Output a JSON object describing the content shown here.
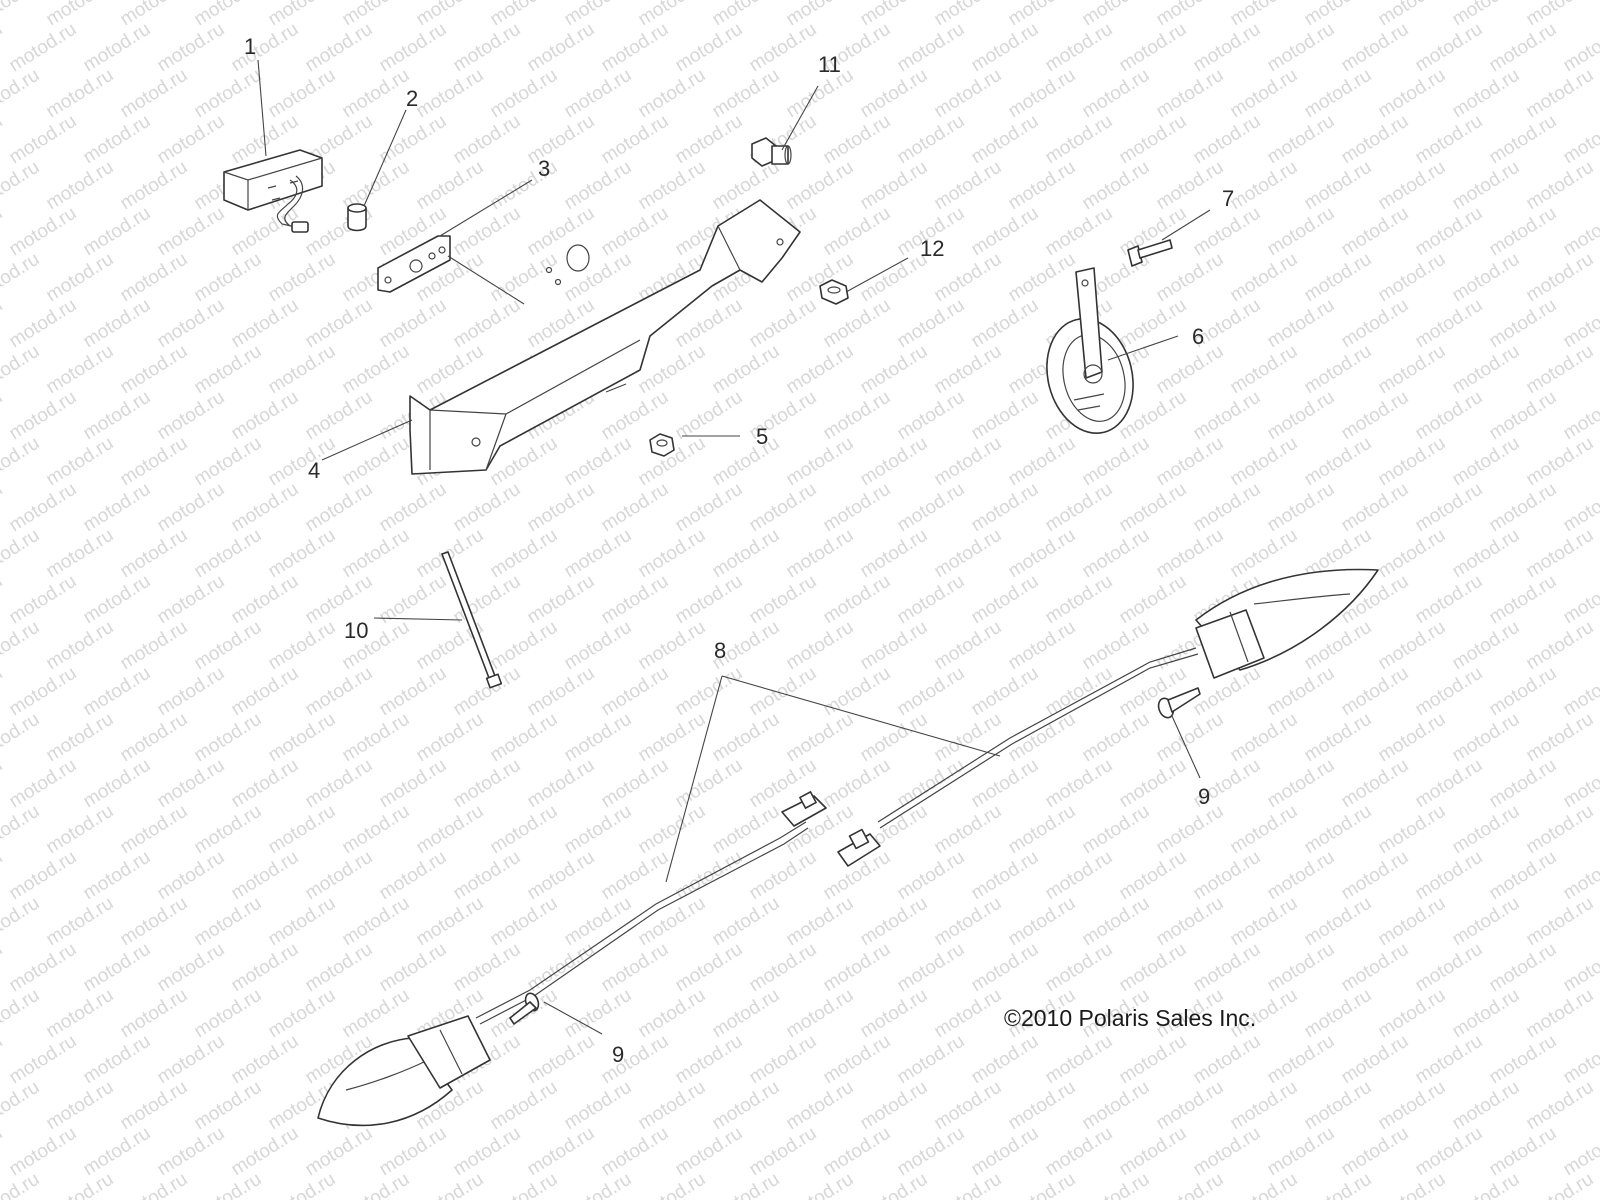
{
  "watermark": "motod.ru",
  "copyright": "©2010 Polaris Sales Inc.",
  "callouts": {
    "c1": "1",
    "c2": "2",
    "c3": "3",
    "c4": "4",
    "c5": "5",
    "c6": "6",
    "c7": "7",
    "c8": "8",
    "c9a": "9",
    "c9b": "9",
    "c10": "10",
    "c11": "11",
    "c12": "12"
  },
  "colors": {
    "line": "#333333",
    "watermark": "#d7d7d7",
    "background": "#ffffff"
  }
}
